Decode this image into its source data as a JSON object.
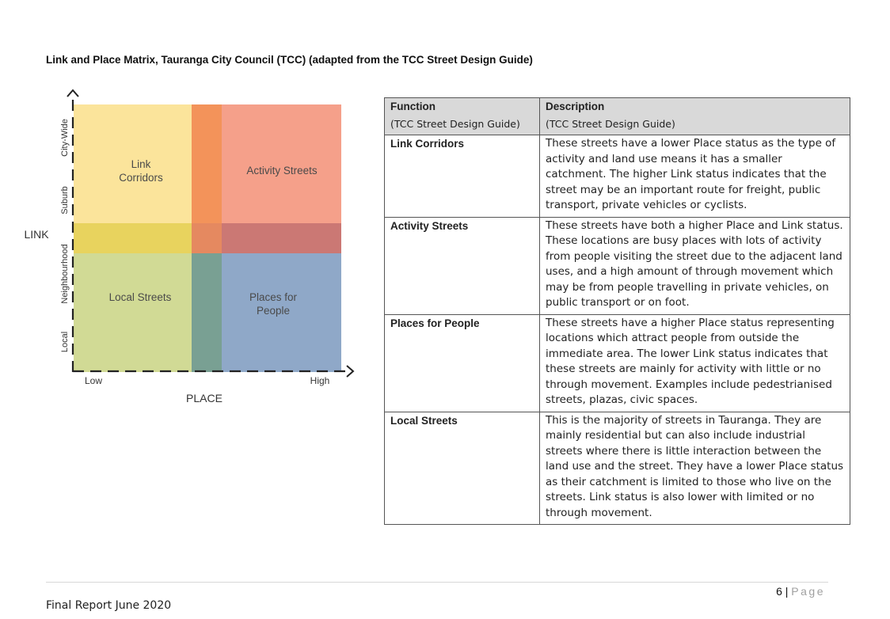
{
  "heading": "Link and Place Matrix, Tauranga City Council (TCC) (adapted from the TCC Street Design Guide)",
  "diagram": {
    "y_axis_label": "LINK",
    "x_axis_label": "PLACE",
    "y_levels": [
      "City-Wide",
      "Suburb",
      "Neighbourhood",
      "Local"
    ],
    "x_low": "Low",
    "x_high": "High",
    "quadrants": {
      "link_corridors": "Link\nCorridors",
      "activity_streets": "Activity Streets",
      "local_streets": "Local Streets",
      "places_for_people": "Places for\nPeople"
    },
    "colors": {
      "link_corridors": "#fbe49b",
      "activity_streets": "#f5a08a",
      "local_streets": "#d1da95",
      "places_for_people": "#8fa8c8",
      "vertical_band": "#f3935a",
      "vertical_band_low": "#79a093",
      "horizontal_band": "#e8d35e",
      "overlap": "#e58960",
      "horizontal_band_right": "#cb7874"
    }
  },
  "table": {
    "headers": [
      {
        "title": "Function",
        "subtitle": "(TCC Street Design Guide)"
      },
      {
        "title": "Description",
        "subtitle": "(TCC Street Design Guide)"
      }
    ],
    "rows": [
      {
        "function": "Link Corridors",
        "description": "These streets have a lower Place status as the type of activity and land use means it has a smaller catchment.  The higher Link status indicates that the street may be an important route for freight, public transport, private vehicles or cyclists."
      },
      {
        "function": "Activity Streets",
        "description": "These streets have both a higher Place and Link status.  These locations are busy places with lots of activity from people visiting the street due to the adjacent land uses, and a high amount of through movement which may be from people travelling in private vehicles, on public transport or on foot."
      },
      {
        "function": "Places for People",
        "description": "These streets have a higher Place status representing locations which attract people from outside the immediate area.  The lower Link status indicates that these streets are mainly for activity with little or no through movement.  Examples include pedestrianised streets, plazas, civic spaces."
      },
      {
        "function": "Local Streets",
        "description": "This is the majority of streets in Tauranga. They are mainly residential but can also include industrial streets where there is little interaction between the land use and the street. They have a lower Place status as their catchment is limited to those who live on the streets. Link status is also lower with limited or no through movement."
      }
    ]
  },
  "footer": {
    "page_number": "6",
    "separator": "|",
    "page_label": "Page",
    "report": "Final Report June 2020"
  }
}
